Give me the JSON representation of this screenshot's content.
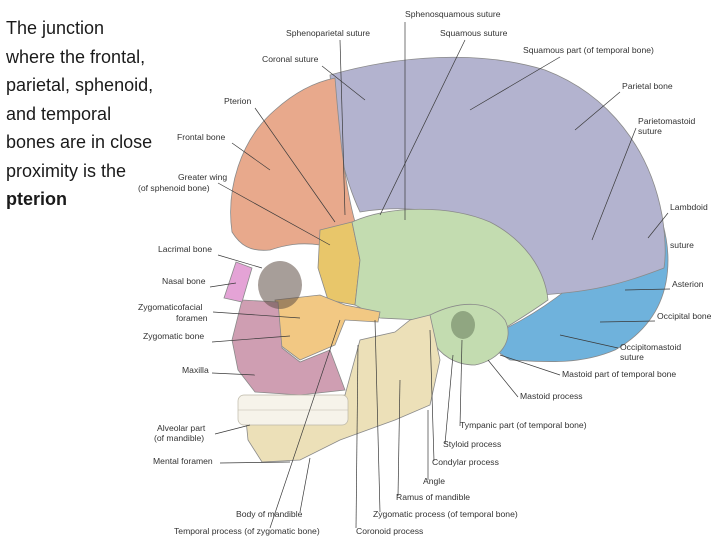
{
  "caption": {
    "text": "The junction where the frontal, parietal, sphenoid, and temporal bones are in close proximity is the",
    "emphasis": "pterion"
  },
  "colors": {
    "frontal": "#e8a98c",
    "parietal": "#b3b3cf",
    "temporal": "#c3dcb0",
    "occipital": "#6fb2dc",
    "sphenoid_wing": "#e8c66a",
    "zygomatic": "#f2c883",
    "maxilla": "#cf9eb2",
    "mandible": "#ece0b8",
    "nasal": "#e4a3d6"
  },
  "labels": {
    "sphenosquamous_suture": "Sphenosquamous suture",
    "sphenoparietal_suture": "Sphenoparietal suture",
    "squamous_suture": "Squamous suture",
    "coronal_suture": "Coronal suture",
    "squamous_part": "Squamous part (of temporal bone)",
    "parietal_bone": "Parietal bone",
    "pterion": "Pterion",
    "parietomastoid_suture_1": "Parietomastoid",
    "parietomastoid_suture_2": "suture",
    "frontal_bone": "Frontal bone",
    "greater_wing_1": "Greater wing",
    "greater_wing_2": "(of sphenoid bone)",
    "lambdoid_suture_1": "Lambdoid",
    "lambdoid_suture_2": "suture",
    "lacrimal_bone": "Lacrimal bone",
    "nasal_bone": "Nasal bone",
    "asterion": "Asterion",
    "zygomaticofacial_1": "Zygomaticofacial",
    "zygomaticofacial_2": "foramen",
    "occipital_bone": "Occipital bone",
    "zygomatic_bone": "Zygomatic bone",
    "occipitomastoid_1": "Occipitomastoid",
    "occipitomastoid_2": "suture",
    "maxilla": "Maxilla",
    "mastoid_part": "Mastoid part of temporal bone",
    "mastoid_process": "Mastoid process",
    "tympanic_part": "Tympanic part (of temporal bone)",
    "alveolar_part_1": "Alveolar part",
    "alveolar_part_2": "(of mandible)",
    "styloid_process": "Styloid process",
    "mental_foramen": "Mental foramen",
    "condylar_process": "Condylar process",
    "angle": "Angle",
    "ramus": "Ramus of mandible",
    "body_of_mandible": "Body of mandible",
    "zygomatic_process": "Zygomatic process (of temporal bone)",
    "temporal_process": "Temporal process (of zygomatic bone)",
    "coronoid_process": "Coronoid process"
  }
}
